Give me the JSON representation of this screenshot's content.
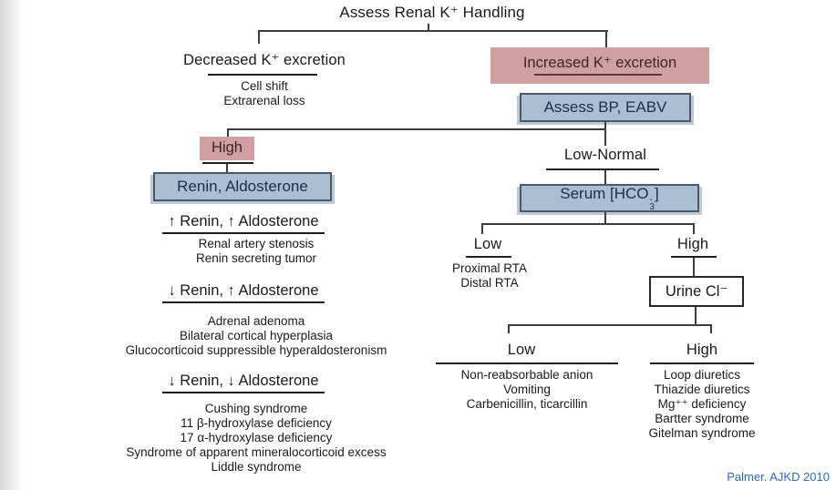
{
  "title": "Assess Renal K⁺ Handling",
  "credit": "Palmer. AJKD 2010",
  "colors": {
    "highlight_pink": "#d0a0a1",
    "box_blue": "#aabfd3",
    "box_blue_border": "#4d5765",
    "credit_blue": "#2a6ac2",
    "line_gray": "#3d3d3d"
  },
  "decreased": {
    "label": "Decreased K⁺ excretion",
    "items": [
      "Cell shift",
      "Extrarenal loss"
    ]
  },
  "increased": {
    "label": "Increased K⁺ excretion"
  },
  "assess_bp": {
    "label": "Assess BP, EABV"
  },
  "bp_high": {
    "label": "High",
    "box": "Renin, Aldosterone",
    "sections": [
      {
        "heading": "↑ Renin, ↑ Aldosterone",
        "items": [
          "Renal artery stenosis",
          "Renin secreting tumor"
        ]
      },
      {
        "heading": "↓ Renin, ↑ Aldosterone",
        "items": [
          "Adrenal adenoma",
          "Bilateral cortical hyperplasia",
          "Glucocorticoid suppressible hyperaldosteronism"
        ]
      },
      {
        "heading": "↓ Renin, ↓ Aldosterone",
        "items": [
          "Cushing syndrome",
          "11 β-hydroxylase deficiency",
          "17 α-hydroxylase deficiency",
          "Syndrome of apparent mineralocorticoid excess",
          "Liddle syndrome"
        ]
      }
    ]
  },
  "bp_low_normal": {
    "label": "Low-Normal"
  },
  "serum_hco3": {
    "prefix": "Serum [HCO",
    "sup": "-",
    "sub": "3",
    "suffix": "]"
  },
  "hco3_low": {
    "label": "Low",
    "items": [
      "Proximal RTA",
      "Distal RTA"
    ]
  },
  "hco3_high": {
    "label": "High"
  },
  "urine_cl": {
    "label": "Urine Cl⁻"
  },
  "ucl_low": {
    "label": "Low",
    "items": [
      "Non-reabsorbable anion",
      "Vomiting",
      "Carbenicillin, ticarcillin"
    ]
  },
  "ucl_high": {
    "label": "High",
    "items": [
      "Loop diuretics",
      "Thiazide diuretics",
      "Mg⁺⁺ deficiency",
      "Bartter syndrome",
      "Gitelman syndrome"
    ]
  }
}
